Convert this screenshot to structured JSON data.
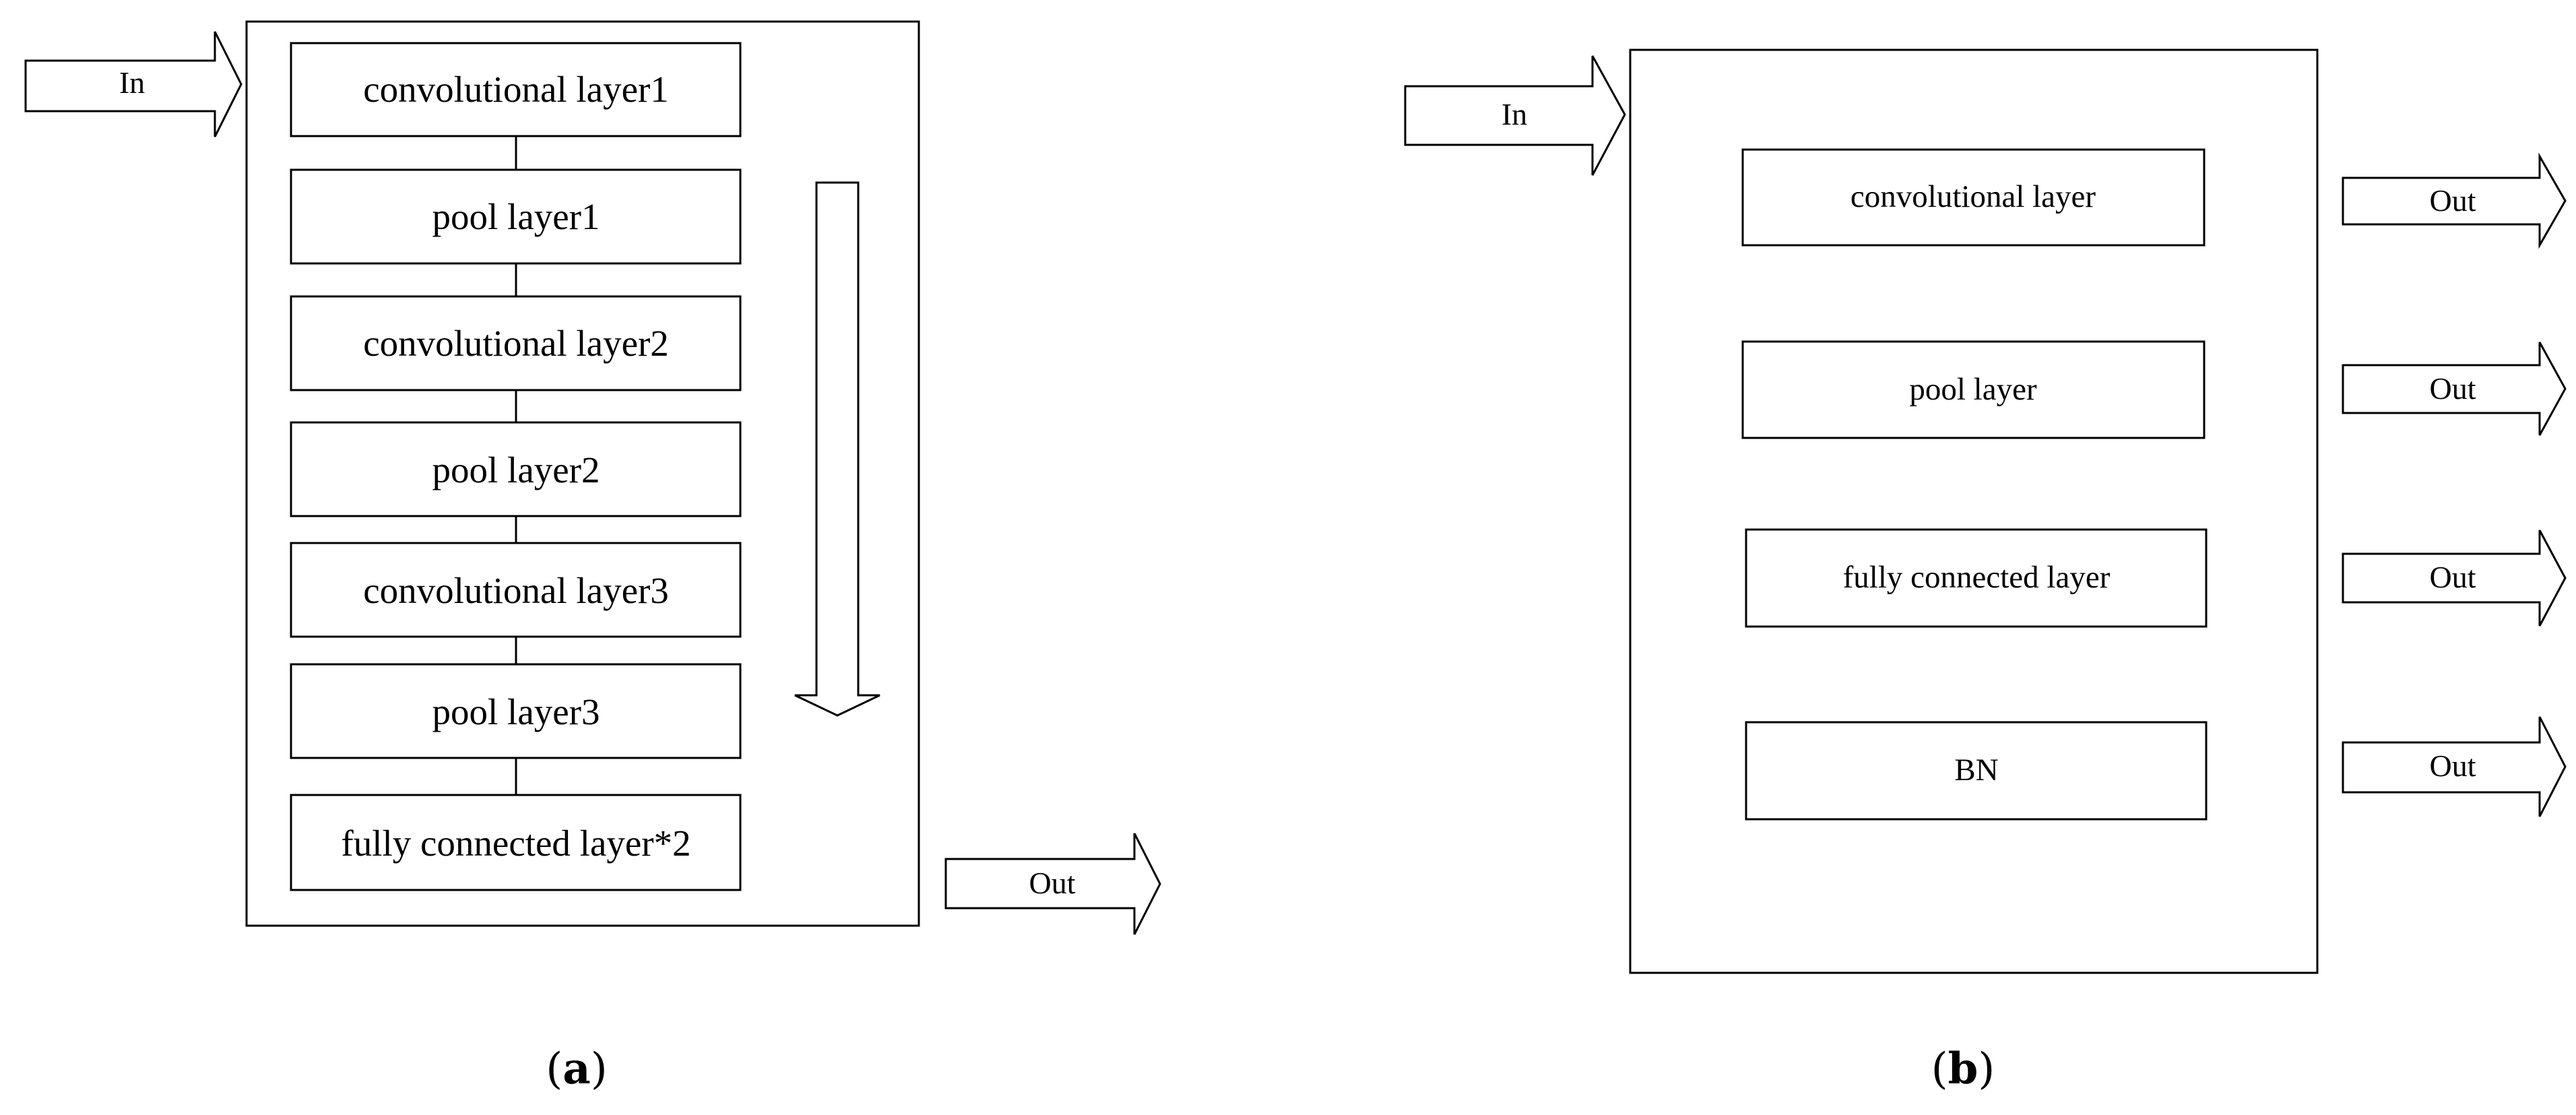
{
  "panel_a": {
    "in_label": "In",
    "out_label": "Out",
    "layers": [
      "convolutional layer1",
      "pool layer1",
      "convolutional layer2",
      "pool layer2",
      "convolutional layer3",
      "pool layer3",
      "fully connected layer*2"
    ],
    "caption": {
      "open": "(",
      "letter": "a",
      "close": ")"
    }
  },
  "panel_b": {
    "in_label": "In",
    "layers": [
      "convolutional layer",
      "pool layer",
      "fully connected layer",
      "BN"
    ],
    "out_labels": [
      "Out",
      "Out",
      "Out",
      "Out"
    ],
    "caption": {
      "open": "(",
      "letter": "b",
      "close": ")"
    }
  }
}
